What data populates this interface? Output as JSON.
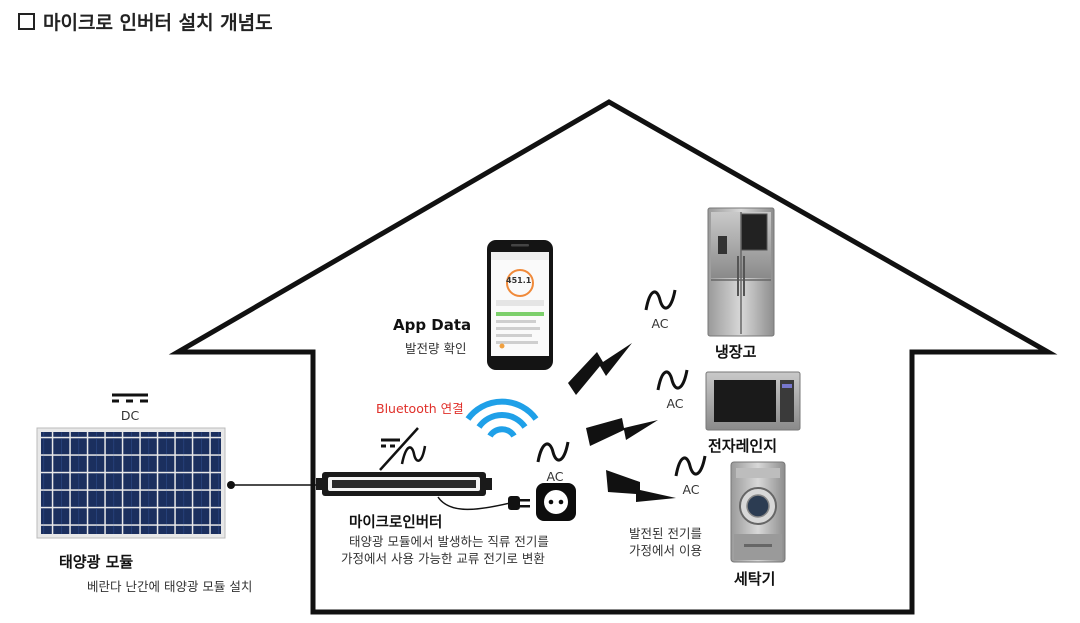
{
  "title": "마이크로 인버터 설치 개념도",
  "labels": {
    "dc": "DC",
    "solar_title": "태양광 모듈",
    "solar_desc": "베란다 난간에 태양광 모듈 설치",
    "inverter_title": "마이크로인버터",
    "inverter_desc_1": "태양광 모듈에서 발생하는 직류 전기를",
    "inverter_desc_2": "가정에서 사용 가능한 교류 전기로 변환",
    "app_title": "App Data",
    "app_desc": "발전량 확인",
    "bluetooth": "Bluetooth 연결",
    "ac": "AC",
    "generated_1": "발전된 전기를",
    "generated_2": "가정에서 이용",
    "fridge": "냉장고",
    "microwave": "전자레인지",
    "washer": "세탁기",
    "phone_reading": "451.1"
  },
  "colors": {
    "bluetooth_text": "#e0302a",
    "bluetooth_waves": "#1fa0e8",
    "house_line": "#111111",
    "panel_cell": "#1b2f5e"
  }
}
